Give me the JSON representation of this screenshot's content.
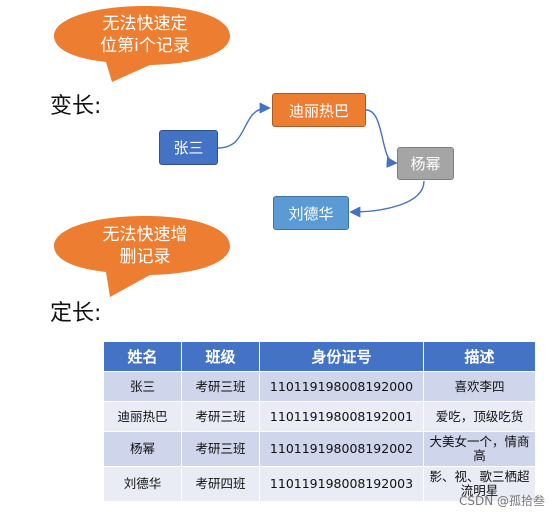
{
  "callouts": {
    "first": {
      "line1": "无法快速定",
      "line2": "位第i个记录"
    },
    "second": {
      "line1": "无法快速增",
      "line2": "删记录"
    }
  },
  "sections": {
    "variable_length": "变长:",
    "fixed_length": "定长:"
  },
  "linked_list": {
    "nodes": [
      {
        "label": "张三",
        "color": "#4472c4"
      },
      {
        "label": "迪丽热巴",
        "color": "#ed7d31"
      },
      {
        "label": "杨幂",
        "color": "#a5a5a5"
      },
      {
        "label": "刘德华",
        "color": "#5b9bd5"
      }
    ]
  },
  "table": {
    "headers": [
      "姓名",
      "班级",
      "身份证号",
      "描述"
    ],
    "rows": [
      [
        "张三",
        "考研三班",
        "110119198008192000",
        "喜欢李四"
      ],
      [
        "迪丽热巴",
        "考研三班",
        "110119198008192001",
        "爱吃，顶级吃货"
      ],
      [
        "杨幂",
        "考研三班",
        "110119198008192002",
        "大美女一个，情商高"
      ],
      [
        "刘德华",
        "考研四班",
        "110119198008192003",
        "影、视、歌三栖超流明星"
      ]
    ]
  },
  "colors": {
    "callout": "#ed7d31",
    "connector": "#4472c4",
    "table_header": "#4472c4"
  },
  "watermark": "CSDN @孤拾叁"
}
